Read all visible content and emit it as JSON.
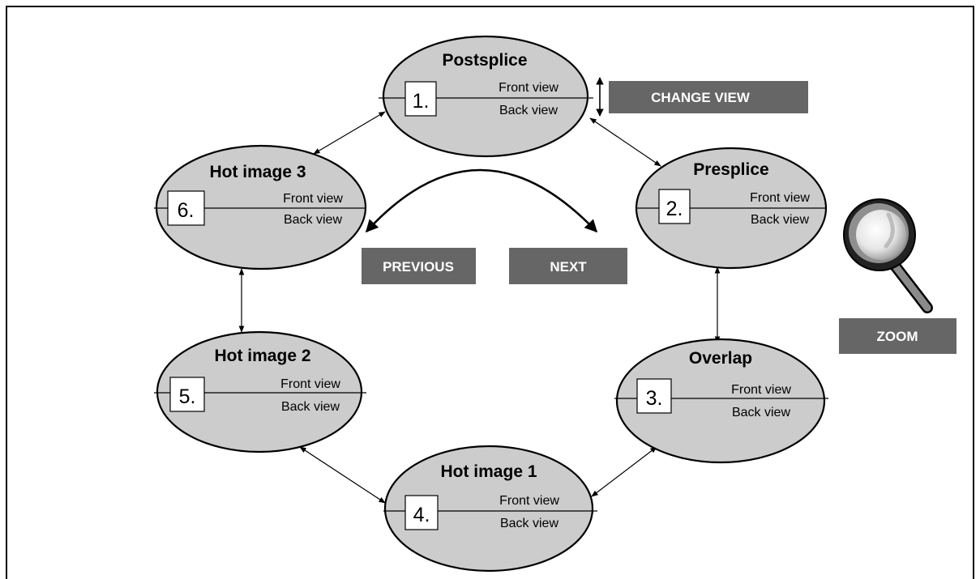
{
  "nodes": [
    {
      "title": "Postsplice",
      "number": "1.",
      "front": "Front view",
      "back": "Back view"
    },
    {
      "title": "Presplice",
      "number": "2.",
      "front": "Front view",
      "back": "Back view"
    },
    {
      "title": "Overlap",
      "number": "3.",
      "front": "Front view",
      "back": "Back view"
    },
    {
      "title": "Hot image 1",
      "number": "4.",
      "front": "Front view",
      "back": "Back view"
    },
    {
      "title": "Hot image 2",
      "number": "5.",
      "front": "Front view",
      "back": "Back view"
    },
    {
      "title": "Hot image 3",
      "number": "6.",
      "front": "Front view",
      "back": "Back view"
    }
  ],
  "buttons": {
    "change_view": "CHANGE VIEW",
    "previous": "PREVIOUS",
    "next": "NEXT",
    "zoom": "ZOOM"
  },
  "icons": {
    "zoom": "magnifier-icon",
    "change_view": "vertical-double-arrow-icon",
    "cycle": "curved-double-arrow-icon"
  },
  "colors": {
    "node_fill": "#cccccc",
    "button_fill": "#666666",
    "button_text": "#ffffff"
  }
}
